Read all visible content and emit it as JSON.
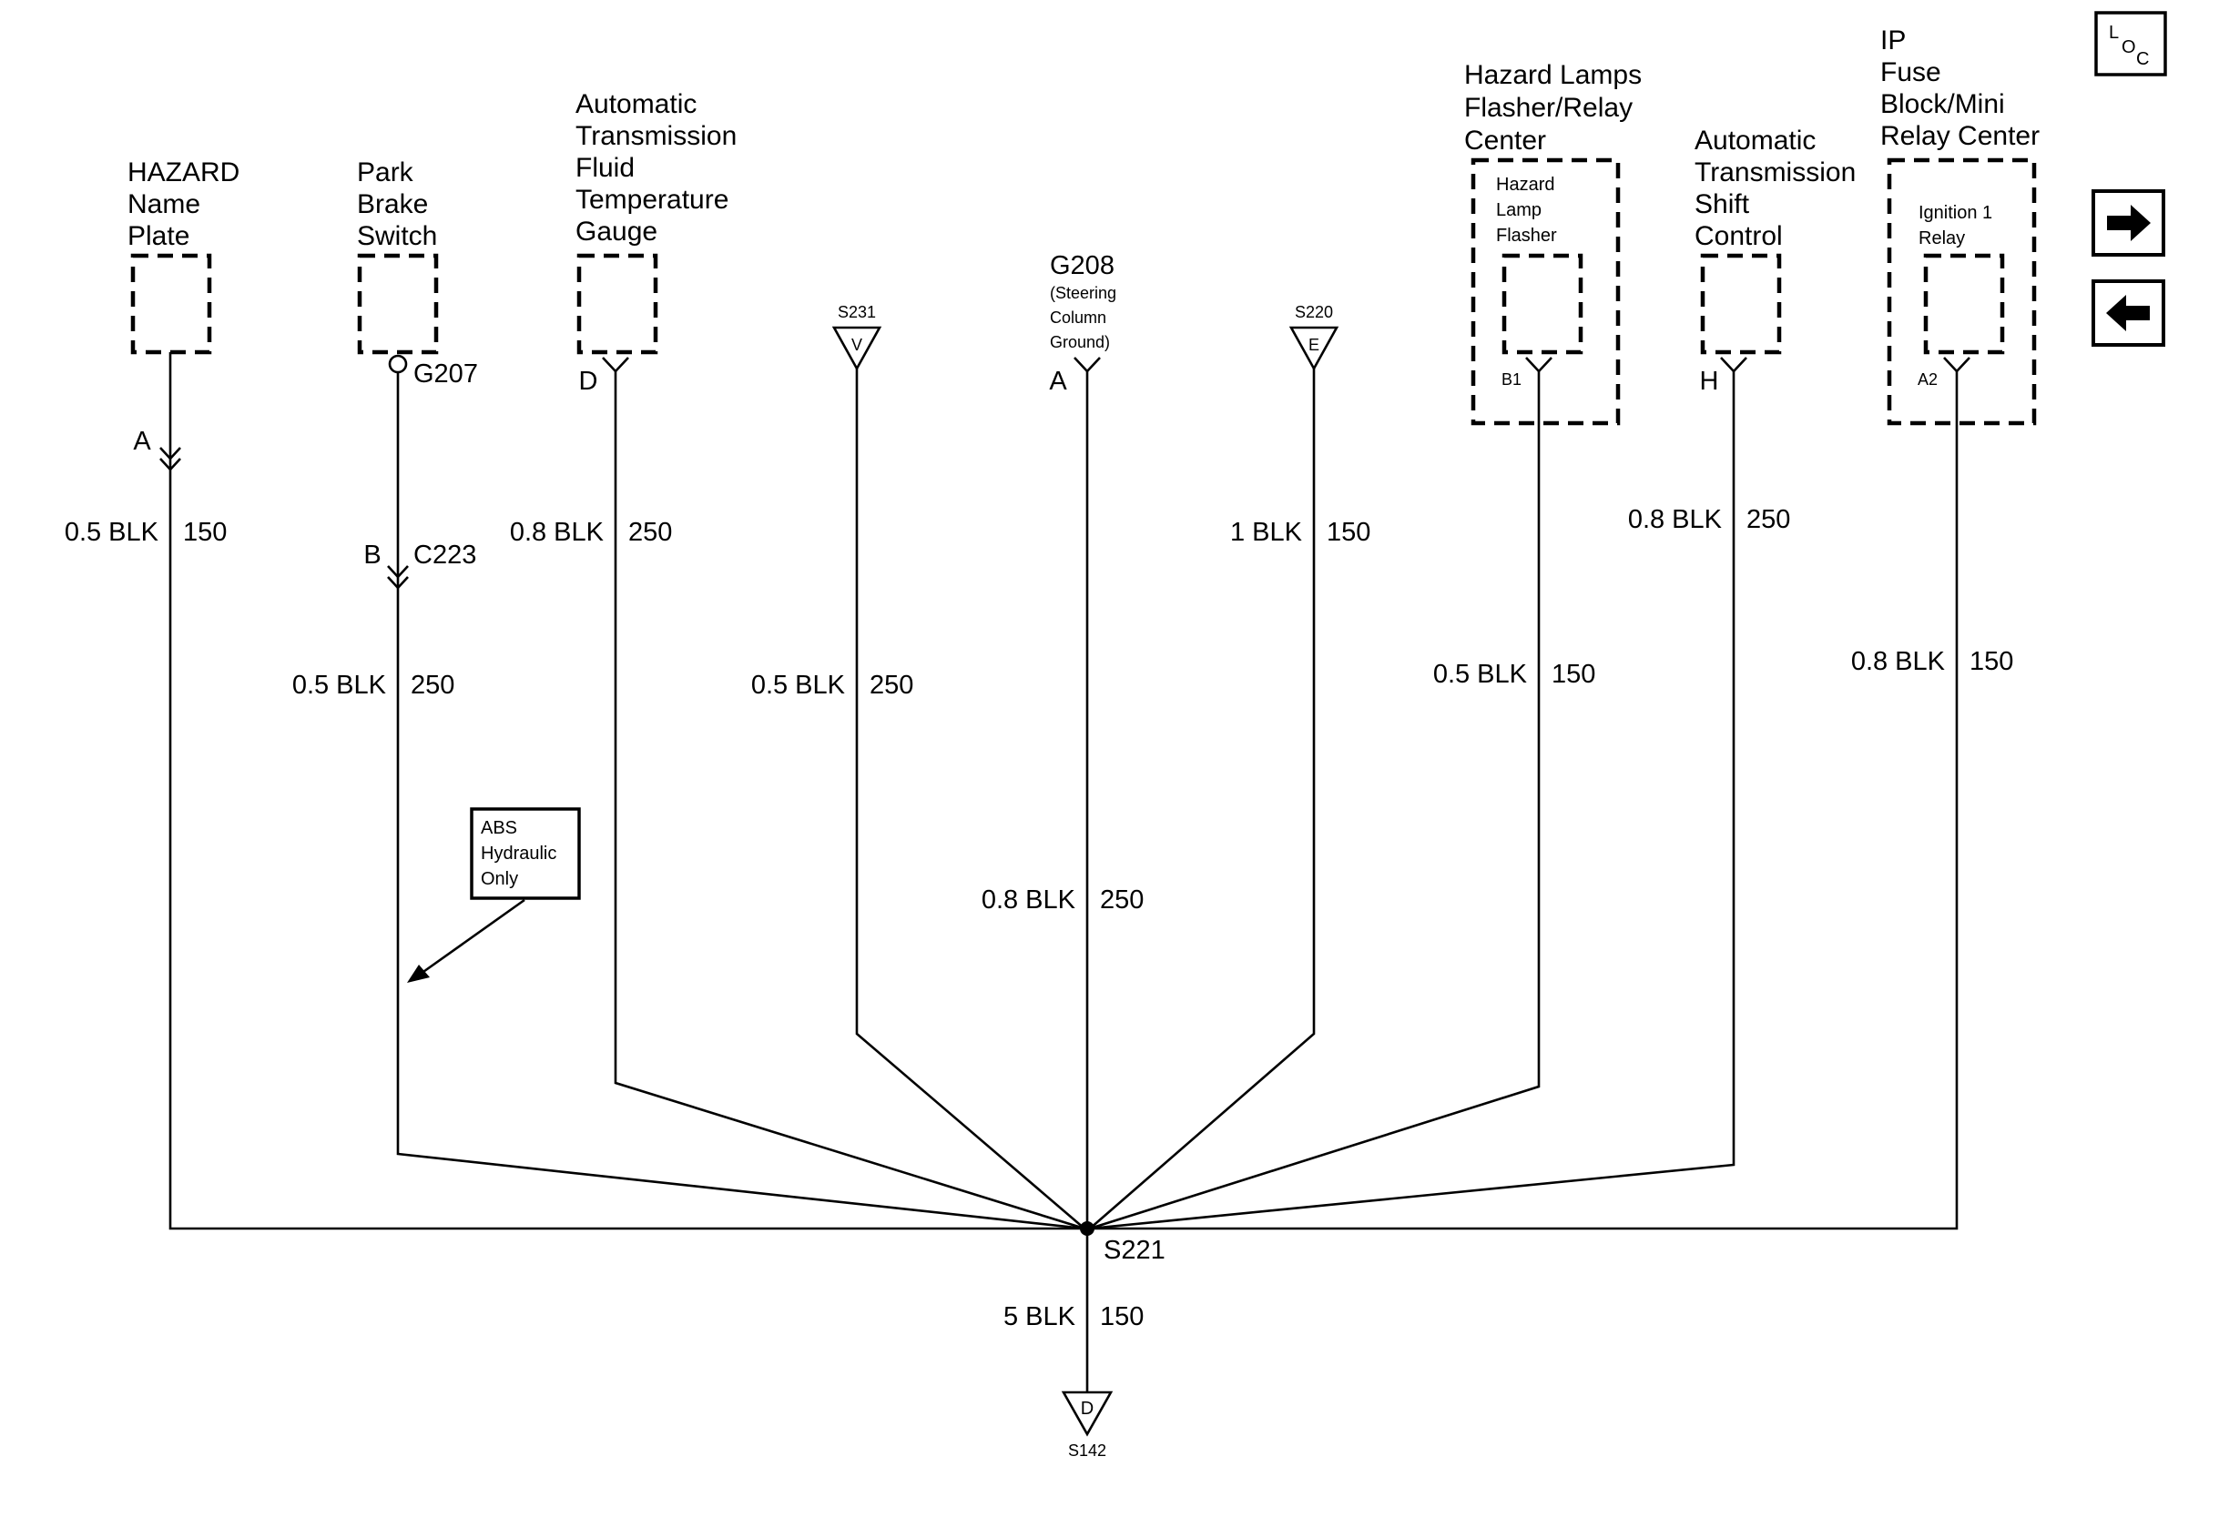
{
  "components": {
    "hazard_name_plate": [
      "HAZARD",
      "Name",
      "Plate"
    ],
    "park_brake_switch": [
      "Park",
      "Brake",
      "Switch"
    ],
    "atf_temp_gauge": [
      "Automatic",
      "Transmission",
      "Fluid",
      "Temperature",
      "Gauge"
    ],
    "hazard_lamps_flasher_relay": [
      "Hazard Lamps",
      "Flasher/Relay",
      "Center"
    ],
    "hazard_lamp_flasher": [
      "Hazard",
      "Lamp",
      "Flasher"
    ],
    "auto_trans_shift_control": [
      "Automatic",
      "Transmission",
      "Shift",
      "Control"
    ],
    "ip_fuse_block": [
      "IP",
      "Fuse",
      "Block/Mini",
      "Relay Center"
    ],
    "ignition_relay": [
      "Ignition 1",
      "Relay"
    ],
    "g208": [
      "G208",
      "(Steering",
      "Column",
      "Ground)"
    ]
  },
  "pins": {
    "hazard": "A",
    "park_brake_ground": "G207",
    "park_brake_c223_pin": "B",
    "c223": "C223",
    "atf_gauge": "D",
    "g208": "A",
    "hazard_flasher": "B1",
    "shift_control": "H",
    "ignition_relay": "A2"
  },
  "splices": {
    "s231": "S231",
    "s231_pin": "V",
    "s220": "S220",
    "s220_pin": "E",
    "s221": "S221",
    "s142": "S142",
    "s142_pin": "D"
  },
  "wires": {
    "hazard": [
      "0.5 BLK",
      "150"
    ],
    "park_brake": [
      "0.5 BLK",
      "250"
    ],
    "atf_gauge": [
      "0.8 BLK",
      "250"
    ],
    "s231": [
      "0.5 BLK",
      "250"
    ],
    "g208": [
      "0.8 BLK",
      "250"
    ],
    "s220": [
      "1 BLK",
      "150"
    ],
    "hazard_flasher": [
      "0.5 BLK",
      "150"
    ],
    "shift_control": [
      "0.8 BLK",
      "250"
    ],
    "ignition_relay": [
      "0.8 BLK",
      "150"
    ],
    "s142": [
      "5 BLK",
      "150"
    ]
  },
  "note": [
    "ABS",
    "Hydraulic",
    "Only"
  ],
  "nav": {
    "loc_l": "L",
    "loc_o": "O",
    "loc_c": "C",
    "next_icon": "arrow-right-icon",
    "prev_icon": "arrow-left-icon"
  }
}
